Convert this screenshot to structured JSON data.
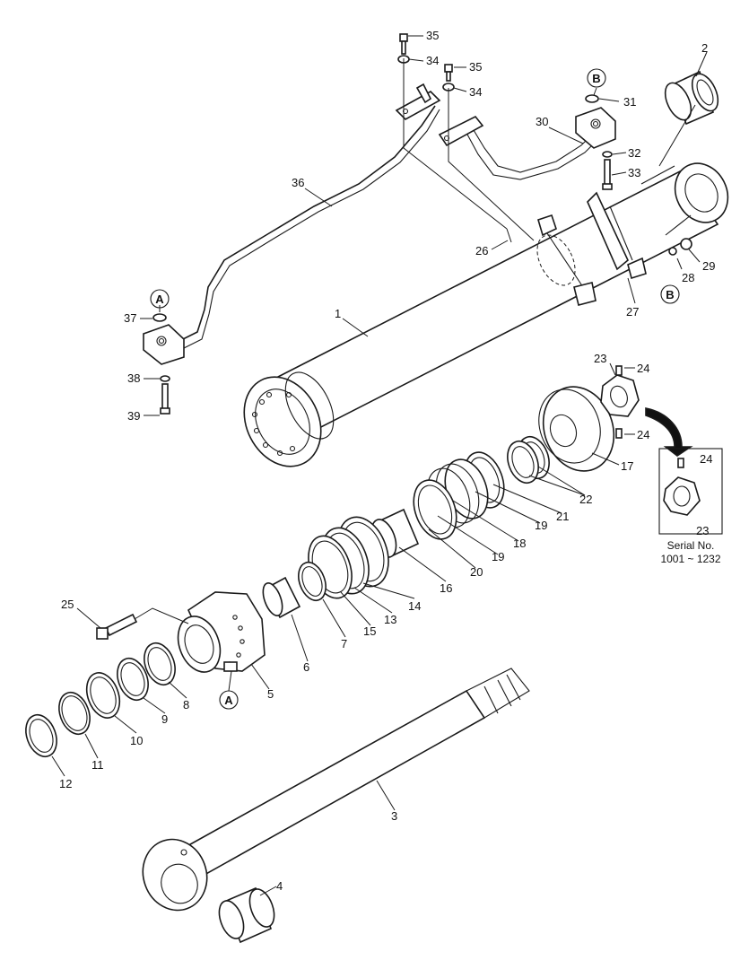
{
  "labels": {
    "p1": "1",
    "p2": "2",
    "p3": "3",
    "p4": "4",
    "p5": "5",
    "p6": "6",
    "p7": "7",
    "p8": "8",
    "p9": "9",
    "p10": "10",
    "p11": "11",
    "p12": "12",
    "p13": "13",
    "p14": "14",
    "p15": "15",
    "p16": "16",
    "p17": "17",
    "p18": "18",
    "p19a": "19",
    "p19b": "19",
    "p20": "20",
    "p21": "21",
    "p22": "22",
    "p23a": "23",
    "p23b": "23",
    "p24a": "24",
    "p24b": "24",
    "p24c": "24",
    "p25": "25",
    "p26": "26",
    "p27": "27",
    "p28": "28",
    "p29": "29",
    "p30": "30",
    "p31": "31",
    "p32": "32",
    "p33": "33",
    "p34a": "34",
    "p34b": "34",
    "p35a": "35",
    "p35b": "35",
    "p36": "36",
    "p37": "37",
    "p38": "38",
    "p39": "39"
  },
  "refs": {
    "a_top": "A",
    "a_bottom": "A",
    "b_top": "B",
    "b_right": "B"
  },
  "inset": {
    "serial_title": "Serial No.",
    "serial_range": "1001 ~ 1232"
  }
}
